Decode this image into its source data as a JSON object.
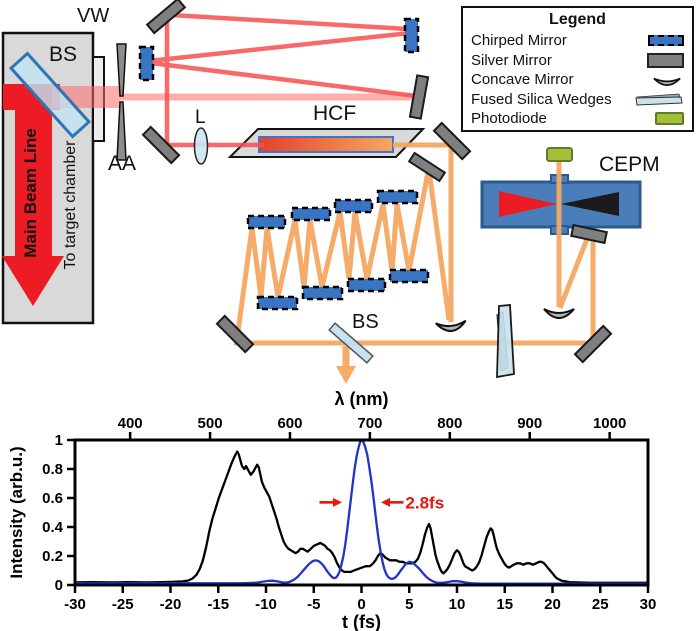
{
  "colors": {
    "beam_red": "#ed1c24",
    "beam_pale": "#ff6b6b",
    "beam_orange": "#f5a763",
    "chirped_blue": "#3a75c4",
    "cepm_blue": "#4a7ebb",
    "photodiode_green": "#a2c139",
    "mirror_gray": "#7f7f7f",
    "box_gray": "#d9d9d9",
    "pulse_blue": "#2033cc",
    "spectrum_black": "#000000",
    "annotation_red": "#e8150d"
  },
  "labels": {
    "vw": "VW",
    "bs_main": "BS",
    "aa": "AA",
    "lens": "L",
    "hcf": "HCF",
    "cepm": "CEPM",
    "bs_pickoff": "BS",
    "main_beam_line": "Main Beam Line",
    "to_target_chamber": "To target chamber"
  },
  "legend": {
    "title": "Legend",
    "items": [
      {
        "label": "Chirped Mirror",
        "icon": "chirped-mirror-icon"
      },
      {
        "label": "Silver Mirror",
        "icon": "silver-mirror-icon"
      },
      {
        "label": "Concave Mirror",
        "icon": "concave-mirror-icon"
      },
      {
        "label": "Fused Silica Wedges",
        "icon": "fused-silica-wedges-icon"
      },
      {
        "label": "Photodiode",
        "icon": "photodiode-icon"
      }
    ]
  },
  "chart_data": {
    "type": "line",
    "top_axis": {
      "label": "λ (nm)",
      "tick_values": [
        400,
        500,
        600,
        700,
        800,
        900,
        1000
      ],
      "tick_labels": [
        "400",
        "500",
        "600",
        "700",
        "800",
        "900",
        "1000"
      ],
      "range_nm": [
        331,
        1048
      ]
    },
    "bottom_axis": {
      "label": "t (fs)",
      "tick_values": [
        -30,
        -25,
        -20,
        -15,
        -10,
        -5,
        0,
        5,
        10,
        15,
        20,
        25,
        30
      ],
      "tick_labels": [
        "-30",
        "-25",
        "-20",
        "-15",
        "-10",
        "-5",
        "0",
        "5",
        "10",
        "15",
        "20",
        "25",
        "30"
      ],
      "range_fs": [
        -30,
        30
      ]
    },
    "y_axis": {
      "label": "Intensity (arb.u.)",
      "tick_values": [
        0,
        0.2,
        0.4,
        0.6,
        0.8,
        1
      ],
      "tick_labels": [
        "0",
        "0.2",
        "0.4",
        "0.6",
        "0.8",
        "1"
      ],
      "range": [
        0,
        1
      ]
    },
    "grid": false,
    "series": [
      {
        "name": "spectrum",
        "x_unit": "nm",
        "color": "#000000",
        "points": [
          [
            331,
            0.018
          ],
          [
            350,
            0.02
          ],
          [
            380,
            0.018
          ],
          [
            400,
            0.02
          ],
          [
            420,
            0.018
          ],
          [
            440,
            0.02
          ],
          [
            455,
            0.022
          ],
          [
            465,
            0.025
          ],
          [
            472,
            0.03
          ],
          [
            478,
            0.045
          ],
          [
            483,
            0.07
          ],
          [
            487,
            0.11
          ],
          [
            491,
            0.17
          ],
          [
            495,
            0.26
          ],
          [
            499,
            0.37
          ],
          [
            503,
            0.46
          ],
          [
            507,
            0.53
          ],
          [
            511,
            0.6
          ],
          [
            515,
            0.66
          ],
          [
            519,
            0.72
          ],
          [
            523,
            0.78
          ],
          [
            527,
            0.84
          ],
          [
            531,
            0.89
          ],
          [
            534,
            0.92
          ],
          [
            536,
            0.9
          ],
          [
            538,
            0.86
          ],
          [
            540,
            0.82
          ],
          [
            543,
            0.8
          ],
          [
            545,
            0.82
          ],
          [
            547,
            0.8
          ],
          [
            549,
            0.78
          ],
          [
            551,
            0.76
          ],
          [
            554,
            0.78
          ],
          [
            557,
            0.81
          ],
          [
            559,
            0.83
          ],
          [
            561,
            0.81
          ],
          [
            563,
            0.76
          ],
          [
            565,
            0.71
          ],
          [
            568,
            0.67
          ],
          [
            571,
            0.64
          ],
          [
            574,
            0.61
          ],
          [
            577,
            0.56
          ],
          [
            580,
            0.51
          ],
          [
            583,
            0.46
          ],
          [
            586,
            0.4
          ],
          [
            589,
            0.35
          ],
          [
            592,
            0.3
          ],
          [
            595,
            0.27
          ],
          [
            598,
            0.25
          ],
          [
            601,
            0.24
          ],
          [
            604,
            0.23
          ],
          [
            607,
            0.22
          ],
          [
            610,
            0.23
          ],
          [
            613,
            0.25
          ],
          [
            616,
            0.25
          ],
          [
            619,
            0.24
          ],
          [
            622,
            0.23
          ],
          [
            626,
            0.25
          ],
          [
            630,
            0.27
          ],
          [
            634,
            0.28
          ],
          [
            638,
            0.29
          ],
          [
            641,
            0.28
          ],
          [
            644,
            0.27
          ],
          [
            647,
            0.25
          ],
          [
            650,
            0.24
          ],
          [
            653,
            0.22
          ],
          [
            656,
            0.19
          ],
          [
            659,
            0.15
          ],
          [
            662,
            0.12
          ],
          [
            665,
            0.1
          ],
          [
            668,
            0.09
          ],
          [
            672,
            0.09
          ],
          [
            676,
            0.09
          ],
          [
            680,
            0.1
          ],
          [
            685,
            0.11
          ],
          [
            690,
            0.12
          ],
          [
            695,
            0.13
          ],
          [
            700,
            0.13
          ],
          [
            704,
            0.15
          ],
          [
            707,
            0.17
          ],
          [
            710,
            0.2
          ],
          [
            713,
            0.22
          ],
          [
            716,
            0.21
          ],
          [
            719,
            0.19
          ],
          [
            722,
            0.18
          ],
          [
            725,
            0.17
          ],
          [
            729,
            0.17
          ],
          [
            733,
            0.17
          ],
          [
            737,
            0.16
          ],
          [
            741,
            0.16
          ],
          [
            745,
            0.15
          ],
          [
            749,
            0.15
          ],
          [
            753,
            0.15
          ],
          [
            757,
            0.16
          ],
          [
            760,
            0.18
          ],
          [
            763,
            0.22
          ],
          [
            766,
            0.28
          ],
          [
            769,
            0.35
          ],
          [
            772,
            0.4
          ],
          [
            774,
            0.42
          ],
          [
            776,
            0.39
          ],
          [
            778,
            0.33
          ],
          [
            780,
            0.27
          ],
          [
            782,
            0.21
          ],
          [
            784,
            0.17
          ],
          [
            786,
            0.14
          ],
          [
            788,
            0.11
          ],
          [
            790,
            0.09
          ],
          [
            792,
            0.08
          ],
          [
            794,
            0.09
          ],
          [
            797,
            0.11
          ],
          [
            800,
            0.14
          ],
          [
            803,
            0.18
          ],
          [
            806,
            0.22
          ],
          [
            809,
            0.24
          ],
          [
            811,
            0.23
          ],
          [
            813,
            0.21
          ],
          [
            815,
            0.18
          ],
          [
            817,
            0.15
          ],
          [
            819,
            0.13
          ],
          [
            822,
            0.12
          ],
          [
            825,
            0.11
          ],
          [
            828,
            0.1
          ],
          [
            831,
            0.11
          ],
          [
            834,
            0.13
          ],
          [
            837,
            0.16
          ],
          [
            840,
            0.21
          ],
          [
            843,
            0.27
          ],
          [
            846,
            0.33
          ],
          [
            849,
            0.37
          ],
          [
            851,
            0.39
          ],
          [
            853,
            0.38
          ],
          [
            855,
            0.34
          ],
          [
            857,
            0.29
          ],
          [
            859,
            0.25
          ],
          [
            862,
            0.21
          ],
          [
            865,
            0.18
          ],
          [
            868,
            0.15
          ],
          [
            871,
            0.13
          ],
          [
            874,
            0.12
          ],
          [
            877,
            0.13
          ],
          [
            880,
            0.14
          ],
          [
            884,
            0.15
          ],
          [
            888,
            0.15
          ],
          [
            892,
            0.14
          ],
          [
            896,
            0.15
          ],
          [
            900,
            0.15
          ],
          [
            904,
            0.14
          ],
          [
            908,
            0.15
          ],
          [
            912,
            0.16
          ],
          [
            915,
            0.16
          ],
          [
            918,
            0.15
          ],
          [
            921,
            0.13
          ],
          [
            924,
            0.11
          ],
          [
            927,
            0.09
          ],
          [
            930,
            0.07
          ],
          [
            933,
            0.05
          ],
          [
            936,
            0.04
          ],
          [
            940,
            0.03
          ],
          [
            945,
            0.025
          ],
          [
            950,
            0.02
          ],
          [
            960,
            0.018
          ],
          [
            975,
            0.015
          ],
          [
            1000,
            0.015
          ],
          [
            1025,
            0.015
          ],
          [
            1048,
            0.015
          ]
        ]
      },
      {
        "name": "pulse",
        "x_unit": "fs",
        "color": "#2033cc",
        "points": [
          [
            -30,
            0.012
          ],
          [
            -27,
            0.012
          ],
          [
            -24,
            0.012
          ],
          [
            -21,
            0.012
          ],
          [
            -18,
            0.012
          ],
          [
            -15,
            0.012
          ],
          [
            -13,
            0.012
          ],
          [
            -12,
            0.013
          ],
          [
            -11,
            0.016
          ],
          [
            -10.4,
            0.022
          ],
          [
            -9.8,
            0.028
          ],
          [
            -9.3,
            0.03
          ],
          [
            -8.8,
            0.025
          ],
          [
            -8.3,
            0.018
          ],
          [
            -7.9,
            0.016
          ],
          [
            -7.5,
            0.022
          ],
          [
            -7.1,
            0.035
          ],
          [
            -6.7,
            0.055
          ],
          [
            -6.3,
            0.085
          ],
          [
            -5.9,
            0.115
          ],
          [
            -5.5,
            0.145
          ],
          [
            -5.1,
            0.165
          ],
          [
            -4.8,
            0.17
          ],
          [
            -4.5,
            0.165
          ],
          [
            -4.2,
            0.15
          ],
          [
            -3.9,
            0.125
          ],
          [
            -3.6,
            0.095
          ],
          [
            -3.3,
            0.07
          ],
          [
            -3.1,
            0.055
          ],
          [
            -2.9,
            0.047
          ],
          [
            -2.7,
            0.05
          ],
          [
            -2.5,
            0.065
          ],
          [
            -2.3,
            0.09
          ],
          [
            -2.1,
            0.14
          ],
          [
            -1.9,
            0.2
          ],
          [
            -1.7,
            0.28
          ],
          [
            -1.5,
            0.38
          ],
          [
            -1.3,
            0.49
          ],
          [
            -1.1,
            0.6
          ],
          [
            -0.9,
            0.71
          ],
          [
            -0.7,
            0.81
          ],
          [
            -0.5,
            0.89
          ],
          [
            -0.3,
            0.95
          ],
          [
            -0.1,
            0.995
          ],
          [
            0,
            1
          ],
          [
            0.2,
            0.985
          ],
          [
            0.4,
            0.95
          ],
          [
            0.6,
            0.9
          ],
          [
            0.8,
            0.82
          ],
          [
            1,
            0.73
          ],
          [
            1.2,
            0.63
          ],
          [
            1.4,
            0.52
          ],
          [
            1.6,
            0.41
          ],
          [
            1.8,
            0.31
          ],
          [
            2,
            0.23
          ],
          [
            2.2,
            0.16
          ],
          [
            2.4,
            0.11
          ],
          [
            2.6,
            0.075
          ],
          [
            2.8,
            0.055
          ],
          [
            3,
            0.045
          ],
          [
            3.2,
            0.042
          ],
          [
            3.5,
            0.05
          ],
          [
            3.8,
            0.07
          ],
          [
            4.1,
            0.1
          ],
          [
            4.4,
            0.125
          ],
          [
            4.7,
            0.15
          ],
          [
            5,
            0.16
          ],
          [
            5.3,
            0.155
          ],
          [
            5.6,
            0.14
          ],
          [
            6,
            0.115
          ],
          [
            6.4,
            0.085
          ],
          [
            6.8,
            0.055
          ],
          [
            7.2,
            0.035
          ],
          [
            7.6,
            0.022
          ],
          [
            8,
            0.015
          ],
          [
            8.5,
            0.015
          ],
          [
            9,
            0.02
          ],
          [
            9.5,
            0.026
          ],
          [
            10,
            0.027
          ],
          [
            10.5,
            0.022
          ],
          [
            11,
            0.016
          ],
          [
            11.5,
            0.012
          ],
          [
            12.5,
            0.01
          ],
          [
            14,
            0.01
          ],
          [
            16,
            0.01
          ],
          [
            18,
            0.01
          ],
          [
            20,
            0.01
          ],
          [
            23,
            0.01
          ],
          [
            26,
            0.01
          ],
          [
            30,
            0.01
          ]
        ]
      }
    ],
    "annotation": {
      "text": "2.8fs",
      "color": "#e8150d",
      "level": 0.57,
      "right_arrow_t": [
        -4.4,
        -2.05
      ],
      "left_arrow_t": [
        4.4,
        2.05
      ],
      "text_t": 4.6
    }
  }
}
